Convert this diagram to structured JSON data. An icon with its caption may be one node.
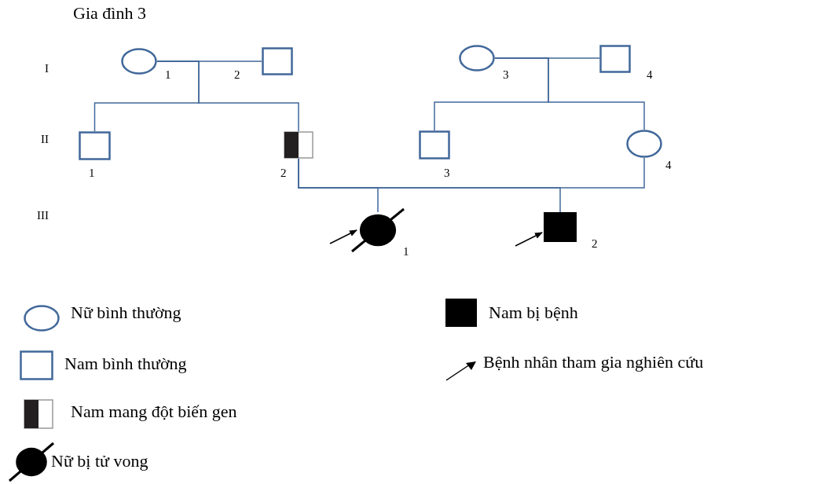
{
  "diagram": {
    "title": "Gia đình 3",
    "nodes": [
      {
        "text": [],
        "shape": "circle",
        "beside": [
          "1"
        ]
      },
      {
        "text": [],
        "shape": "box",
        "beside": [
          "2"
        ]
      },
      {
        "text": [],
        "shape": "circle",
        "beside": [
          "3"
        ]
      },
      {
        "text": [],
        "shape": "box",
        "beside": [
          "4"
        ]
      },
      {
        "text": [],
        "shape": "box",
        "beside": [
          "1"
        ]
      },
      {
        "text": [],
        "shape": "half-filled-box",
        "beside": [
          "2"
        ]
      },
      {
        "text": [],
        "shape": "box",
        "beside": [
          "3"
        ]
      },
      {
        "text": [],
        "shape": "circle",
        "beside": [
          "4"
        ]
      },
      {
        "text": [],
        "shape": "crossed-filled-circle",
        "beside": [
          "1"
        ]
      },
      {
        "text": [],
        "shape": "filled-box",
        "beside": [
          "2"
        ]
      }
    ],
    "edges": [
      {
        "from": 0,
        "to": 1,
        "arrow": "none"
      },
      {
        "from": 0,
        "to": 4,
        "arrow": "none"
      },
      {
        "from": 0,
        "to": 5,
        "arrow": "none"
      },
      {
        "from": 2,
        "to": 3,
        "arrow": "none"
      },
      {
        "from": 2,
        "to": 6,
        "arrow": "none"
      },
      {
        "from": 2,
        "to": 7,
        "arrow": "none"
      },
      {
        "from": 5,
        "to": 7,
        "arrow": "none"
      },
      {
        "from": 5,
        "to": 8,
        "arrow": "none"
      },
      {
        "from": 5,
        "to": 9,
        "arrow": "none"
      },
      {
        "from": null,
        "to": 8,
        "arrow": "to",
        "color": "#000000"
      },
      {
        "from": null,
        "to": 9,
        "arrow": "to",
        "color": "#000000"
      }
    ],
    "labels": [
      "I",
      "II",
      "III"
    ],
    "legend": [
      {
        "text": "Nữ bình thường"
      },
      {
        "text": "Nam bình thường"
      },
      {
        "text": "Nam mang đột biến gen"
      },
      {
        "text": "Nữ bị tử vong"
      },
      {
        "text": "Nam bị bệnh"
      },
      {
        "text": "Bệnh nhân tham gia nghiên cứu"
      }
    ]
  }
}
